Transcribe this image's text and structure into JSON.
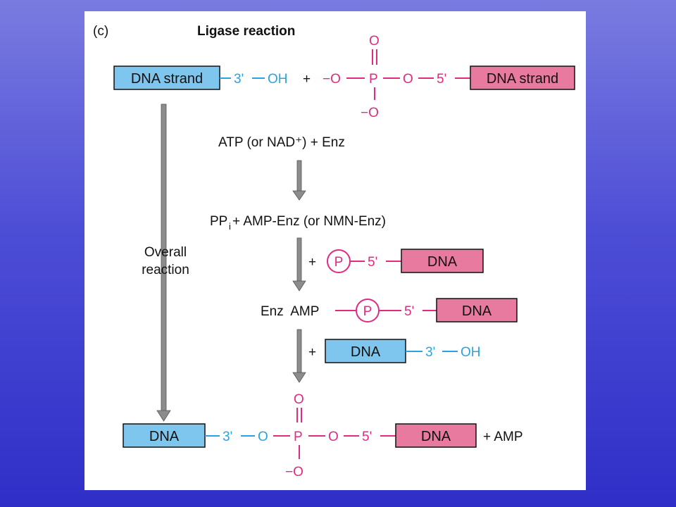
{
  "panel_label": "(c)",
  "title": "Ligase reaction",
  "colors": {
    "blue_box": "#7ec6ee",
    "pink_box": "#e8799f",
    "blue_text": "#2aa3de",
    "pink_text": "#e02b80",
    "arrow": "#8c8c8c",
    "background_top": "#7a7be0",
    "background_bottom": "#2f2fc8"
  },
  "reactants": {
    "left_strand": "DNA strand",
    "three_prime": "3'",
    "oh": "OH",
    "plus": "+",
    "phosphate_o_minus_left": "−O",
    "phosphate_p": "P",
    "phosphate_o_top": "O",
    "phosphate_o_bottom": "−O",
    "phosphate_o_right": "O",
    "five_prime": "5'",
    "right_strand": "DNA strand"
  },
  "step1": {
    "text": "ATP (or NAD⁺) + Enz"
  },
  "step2": {
    "pp": "PP",
    "pp_sub": "i",
    "rest": " + AMP-Enz (or NMN-Enz)"
  },
  "step3": {
    "plus": "+",
    "p": "P",
    "five_prime": "5'",
    "dna": "DNA"
  },
  "step4": {
    "enz_amp": "Enz  AMP",
    "p": "P",
    "five_prime": "5'",
    "dna": "DNA"
  },
  "step5": {
    "plus": "+",
    "dna": "DNA",
    "three_prime": "3'",
    "oh": "OH"
  },
  "overall": {
    "line1": "Overall",
    "line2": "reaction"
  },
  "product": {
    "left_dna": "DNA",
    "three_prime": "3'",
    "o_left": "O",
    "p": "P",
    "o_top": "O",
    "o_bottom": "−O",
    "o_right": "O",
    "five_prime": "5'",
    "right_dna": "DNA",
    "plus_amp": "+ AMP"
  }
}
